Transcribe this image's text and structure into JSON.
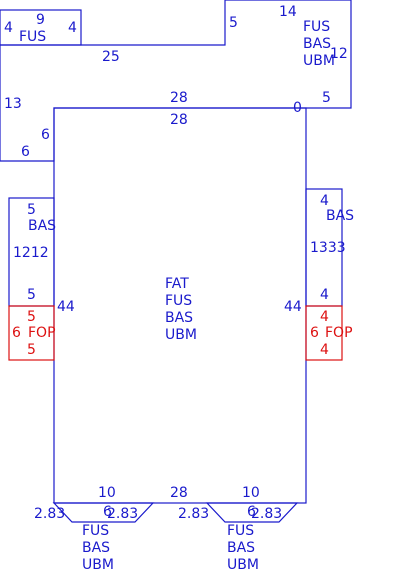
{
  "colors": {
    "primary": "#1a1acc",
    "secondary": "#dd1111",
    "background": "#ffffff"
  },
  "labels": {
    "top_left": {
      "n4a": "4",
      "n9": "9",
      "n4b": "4",
      "fus": "FUS"
    },
    "top_band": {
      "n25": "25",
      "n5": "5",
      "n14": "14"
    },
    "top_right": {
      "fus": "FUS",
      "bas": "BAS",
      "ubm": "UBM",
      "n12": "12",
      "n5": "5"
    },
    "left_strip": {
      "n13": "13",
      "n6a": "6",
      "n6b": "6"
    },
    "main": {
      "n28_top": "28",
      "n28_top2": "28",
      "n0": "0",
      "n28_bottom": "28",
      "center": [
        "FAT",
        "FUS",
        "BAS",
        "UBM"
      ]
    },
    "left_arm": {
      "n5_top": "5",
      "bas": "BAS",
      "n1212": "1212",
      "n5_bottom": "5",
      "n44": "44"
    },
    "right_arm": {
      "n4_top": "4",
      "bas": "BAS",
      "n1333": "1333",
      "n4_bottom": "4",
      "n44": "44"
    },
    "left_red": {
      "n5a": "5",
      "n6": "6",
      "fop": "FOP",
      "n5b": "5"
    },
    "right_red": {
      "n4a": "4",
      "n6": "6",
      "fop": "FOP",
      "n4b": "4"
    },
    "bottom_left_tab": {
      "n10": "10",
      "n2_83a": "2.83",
      "n2_83b": "2.83",
      "n6": "6",
      "lines": [
        "FUS",
        "BAS",
        "UBM"
      ]
    },
    "bottom_right_tab": {
      "n10": "10",
      "n2_83a": "2.83",
      "n2_83b": "2.83",
      "n6": "6",
      "lines": [
        "FUS",
        "BAS",
        "UBM"
      ]
    }
  }
}
